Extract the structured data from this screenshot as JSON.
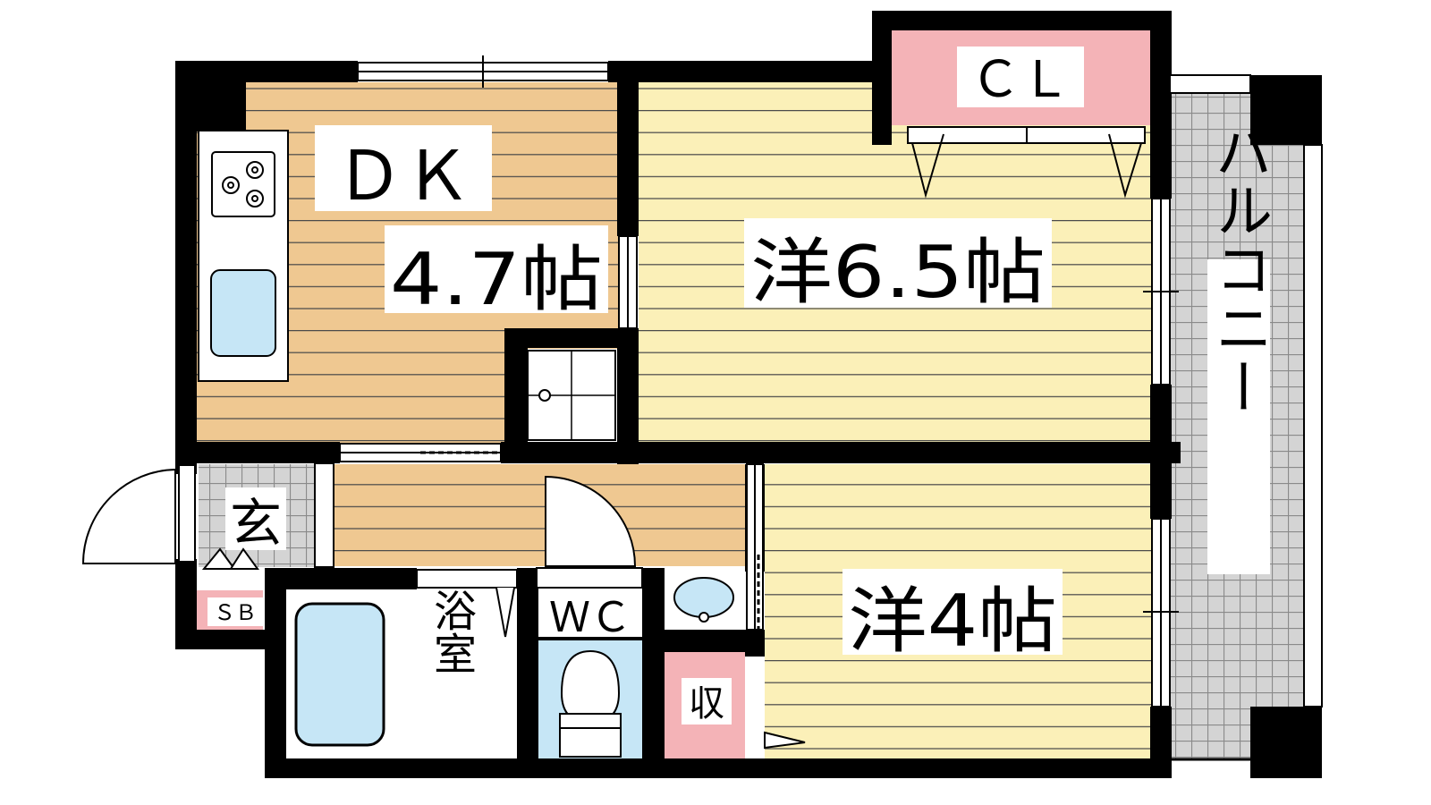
{
  "floor_plan": {
    "rooms": {
      "dk": {
        "label": "ＤＫ",
        "size": "4.7帖"
      },
      "western_large": {
        "label": "洋6.5帖"
      },
      "western_small": {
        "label": "洋4帖"
      },
      "closet": {
        "label": "ＣＬ"
      },
      "balcony": {
        "label": "バルコニー"
      },
      "entrance": {
        "label": "玄"
      },
      "shoe_box": {
        "label": "ＳＢ"
      },
      "bathroom": {
        "label": "浴室"
      },
      "toilet": {
        "label": "ＷＣ"
      },
      "storage": {
        "label": "収"
      }
    },
    "colors": {
      "wall": "#000000",
      "dk_floor": "#efc891",
      "bedroom_floor": "#fbf0b8",
      "wet_area": "#c6e6f6",
      "closet_pink": "#f4b3b7",
      "entrance_tile": "#dcdcdc",
      "plank_line": "#4a4a4a"
    }
  }
}
